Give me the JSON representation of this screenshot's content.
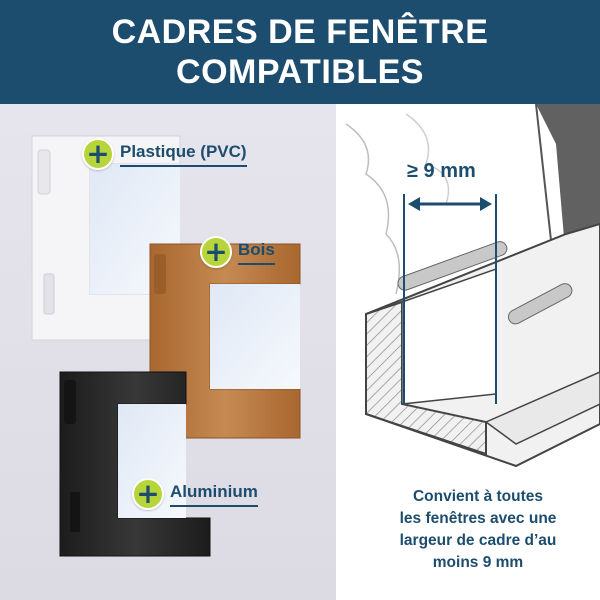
{
  "header": {
    "line1": "CADRES DE FENÊTRE",
    "line2": "COMPATIBLES"
  },
  "materials": [
    {
      "label": "Plastique (PVC)",
      "icon": "plus-icon"
    },
    {
      "label": "Bois",
      "icon": "plus-icon"
    },
    {
      "label": "Aluminium",
      "icon": "plus-icon"
    }
  ],
  "diagram": {
    "measure_label": "≥ 9 mm"
  },
  "caption": {
    "line1": "Convient à toutes",
    "line2": "les fenêtres avec une",
    "line3": "largeur de cadre d’au",
    "line4": "moins 9 mm"
  },
  "colors": {
    "brand_blue": "#1d4d6e",
    "accent_green": "#b7d53a",
    "wood": "#b77a45",
    "pvc": "#f4f4f6",
    "aluminium": "#2a2a2a"
  }
}
